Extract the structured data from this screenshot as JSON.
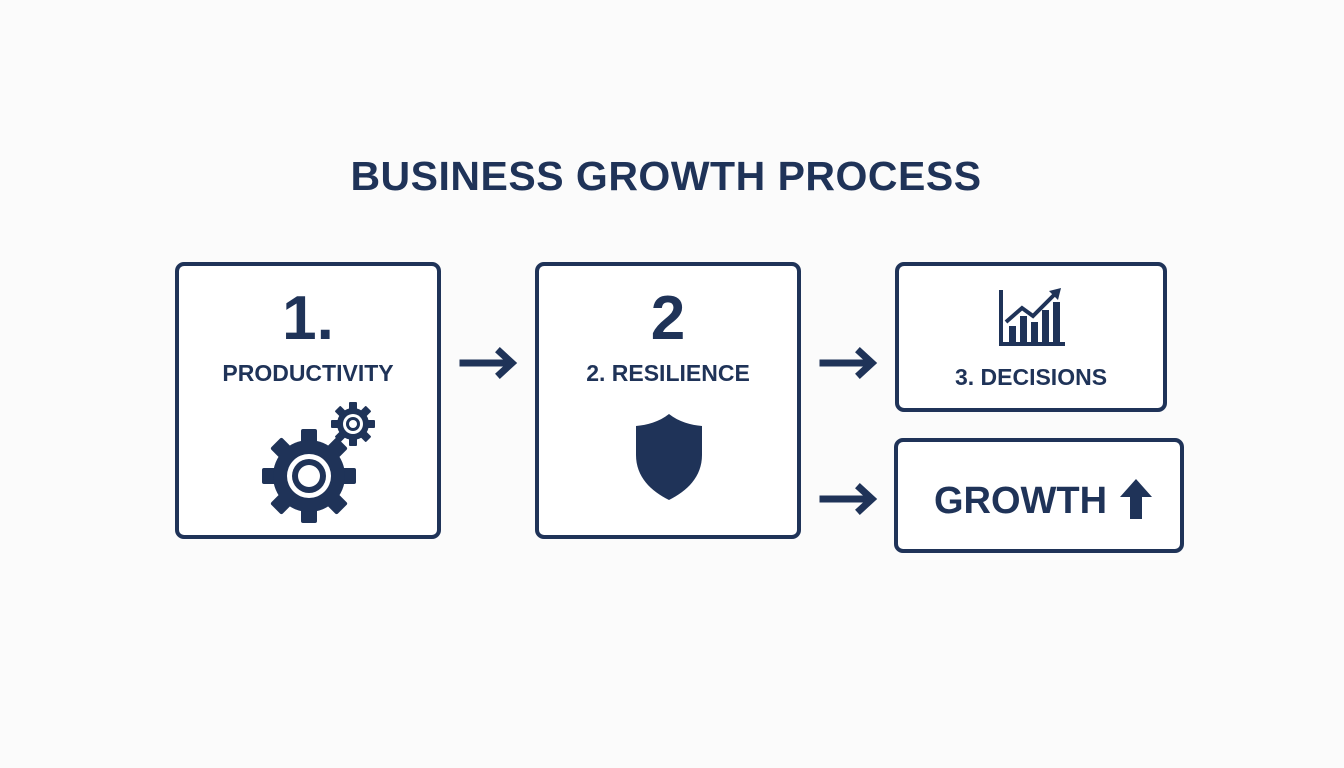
{
  "title": "BUSINESS GROWTH PROCESS",
  "colors": {
    "primary": "#1f3358",
    "background": "#fbfbfb"
  },
  "steps": [
    {
      "number": "1.",
      "label": "PRODUCTIVITY",
      "icon": "gears-icon"
    },
    {
      "number": "2",
      "label": "2. RESILIENCE",
      "icon": "shield-icon"
    },
    {
      "label": "3. DECISIONS",
      "icon": "bar-chart-trend-icon"
    },
    {
      "label": "GROWTH",
      "icon": "up-arrow-icon"
    }
  ]
}
